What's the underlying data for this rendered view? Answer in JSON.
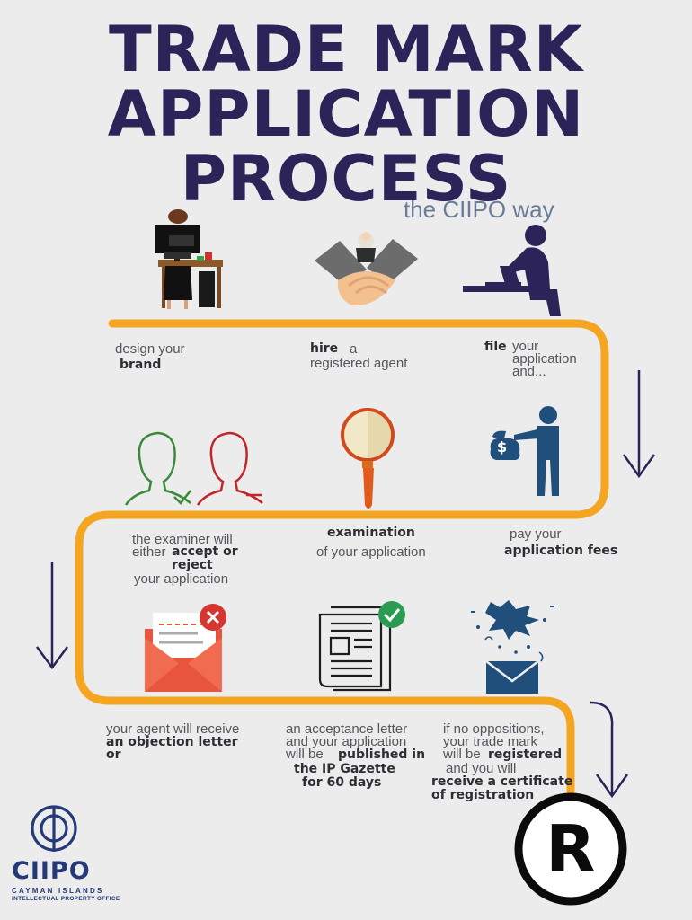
{
  "title": {
    "line1": "TRADE MARK",
    "line2": "APPLICATION",
    "line3": "PROCESS",
    "subtitle": "the CIIPO way"
  },
  "steps": {
    "design": {
      "t1": "design your",
      "t2": "brand"
    },
    "hire": {
      "t1": "hire",
      "t2": "a",
      "t3": "registered agent"
    },
    "file": {
      "t1": "file",
      "t2": "your",
      "t3": "application",
      "t4": "and..."
    },
    "pay": {
      "t1": "pay your",
      "t2": "application fees"
    },
    "examination": {
      "t1": "examination",
      "t2": "of your application"
    },
    "examiner": {
      "t1": "the examiner will",
      "t2": "either",
      "t3": "accept or",
      "t4": "reject",
      "t5": "your application"
    },
    "objection": {
      "t1": "your agent will receive",
      "t2": "an objection letter",
      "t3": "or"
    },
    "acceptance": {
      "t1": "an acceptance letter",
      "t2": "and your application",
      "t3": "will be",
      "t4": "published in",
      "t5": "the IP Gazette",
      "t6": "for 60 days"
    },
    "registered": {
      "t1": "if no oppositions,",
      "t2": "your trade mark",
      "t3": "will be",
      "t4": "registered",
      "t5": "and you will",
      "t6": "receive a certificate",
      "t7": "of registration"
    }
  },
  "registered_symbol": "R",
  "currency_symbol": "$",
  "logo": {
    "name": "CIIPO",
    "line1": "CAYMAN ISLANDS",
    "line2": "INTELLECTUAL PROPERTY OFFICE"
  },
  "colors": {
    "title": "#2c2459",
    "path": "#f4a623",
    "arrow": "#2c2459",
    "accept": "#3a8a3a",
    "reject": "#c0262c",
    "logo": "#243a78"
  },
  "icons": [
    "person-at-desk-icon",
    "handshake-icon",
    "person-laptop-icon",
    "money-bag-icon",
    "magnifying-glass-icon",
    "accept-head-icon",
    "reject-head-icon",
    "envelope-reject-icon",
    "newspaper-check-icon",
    "confetti-envelope-icon",
    "registered-trademark-icon"
  ]
}
